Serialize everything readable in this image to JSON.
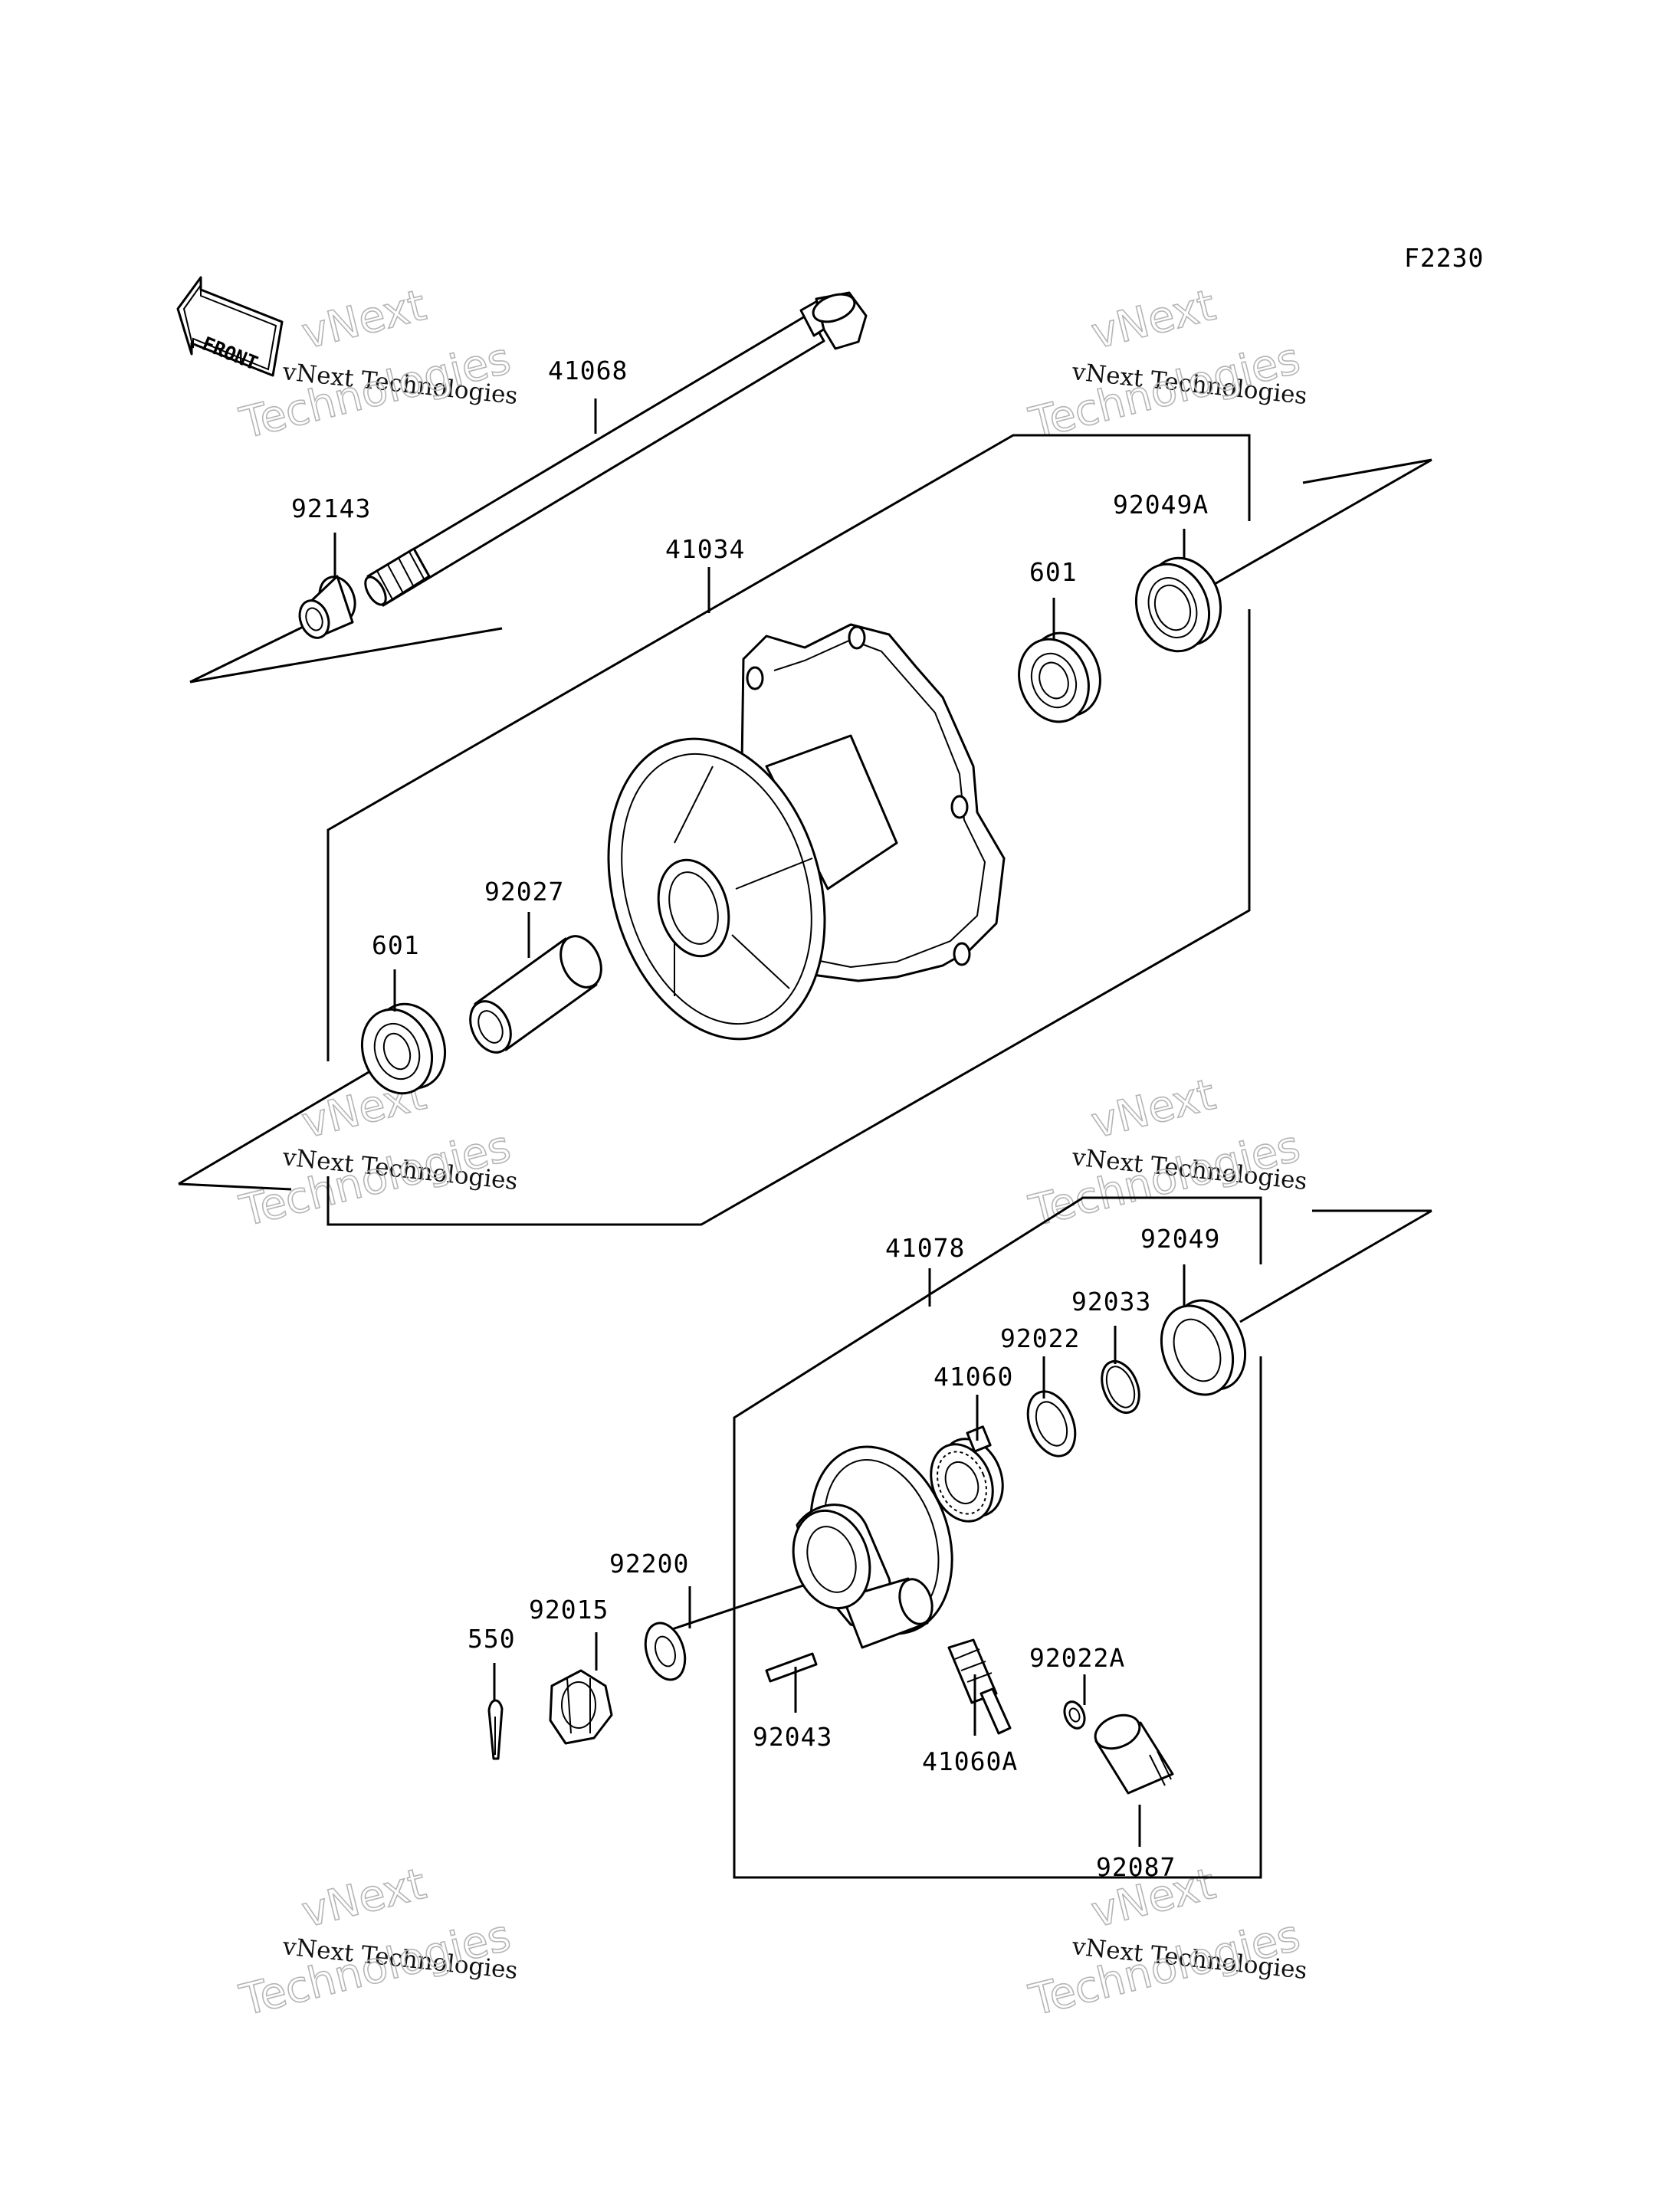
{
  "diagram_id": "F2230",
  "orientation_label": "FRONT",
  "watermark": {
    "line1": "vNext",
    "line2": "vNext Technologies",
    "line3": "Technologies"
  },
  "part_labels": {
    "p41068": "41068",
    "p92143": "92143",
    "p41034": "41034",
    "p601_right": "601",
    "p92049A": "92049A",
    "p92027": "92027",
    "p601_left": "601",
    "p41078": "41078",
    "p92049": "92049",
    "p92033": "92033",
    "p92022": "92022",
    "p41060": "41060",
    "p92200": "92200",
    "p92015": "92015",
    "p550": "550",
    "p92022A": "92022A",
    "p92043": "92043",
    "p41060A": "41060A",
    "p92087": "92087"
  }
}
